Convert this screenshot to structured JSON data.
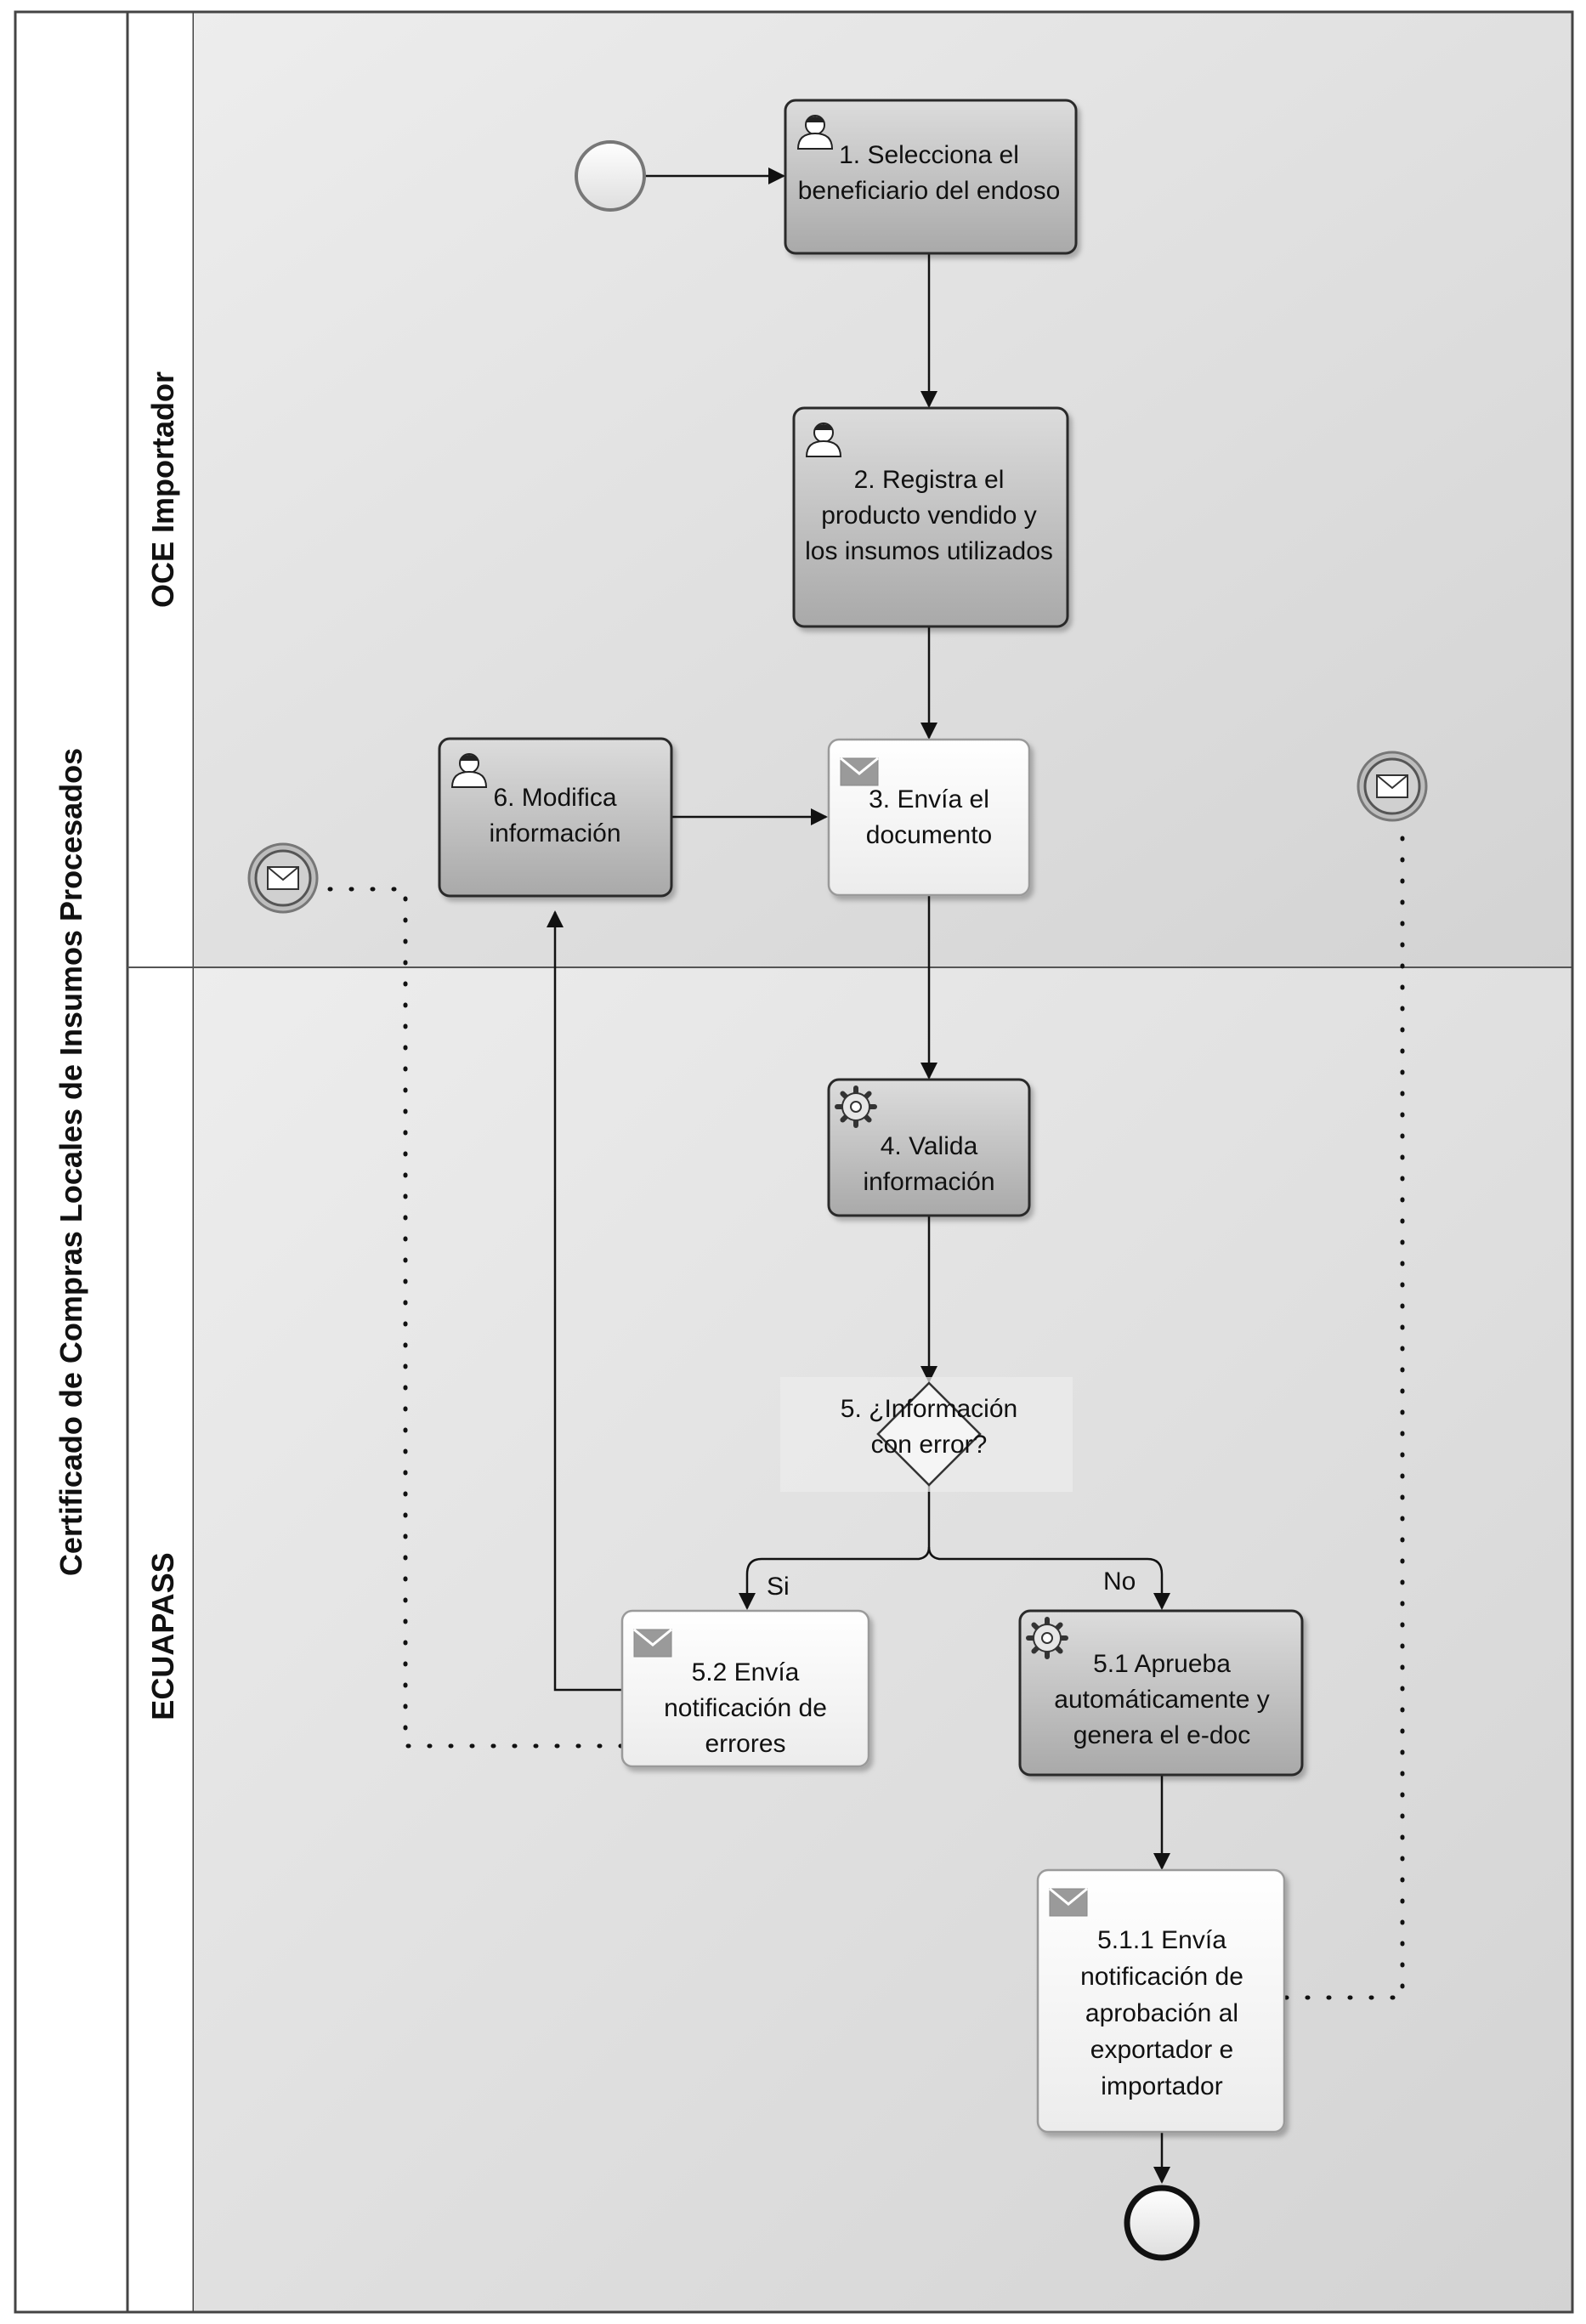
{
  "pool": {
    "title": "Certificado de Compras Locales de Insumos Procesados"
  },
  "lanes": [
    {
      "id": "oce",
      "label": "OCE Importador"
    },
    {
      "id": "ecuapass",
      "label": "ECUAPASS"
    }
  ],
  "tasks": [
    {
      "id": "t1",
      "type": "user",
      "lines": [
        "1. Selecciona el",
        "beneficiario del endoso"
      ]
    },
    {
      "id": "t2",
      "type": "user",
      "lines": [
        "2. Registra el",
        "producto vendido y",
        "los insumos utilizados"
      ]
    },
    {
      "id": "t3",
      "type": "send",
      "lines": [
        "3. Envía el",
        "documento"
      ]
    },
    {
      "id": "t4",
      "type": "service",
      "lines": [
        "4. Valida",
        "información"
      ]
    },
    {
      "id": "t6",
      "type": "user",
      "lines": [
        "6. Modifica",
        "información"
      ]
    },
    {
      "id": "t52",
      "type": "send",
      "lines": [
        "5.2 Envía",
        "notificación de",
        "errores"
      ]
    },
    {
      "id": "t51",
      "type": "service",
      "lines": [
        "5.1 Aprueba",
        "automáticamente y",
        "genera el e-doc"
      ]
    },
    {
      "id": "t511",
      "type": "send",
      "lines": [
        "5.1.1 Envía",
        "notificación de",
        "aprobación al",
        "exportador e",
        "importador"
      ]
    }
  ],
  "gateway": {
    "id": "g5",
    "lines": [
      "5. ¿Información",
      "con error?"
    ]
  },
  "flow_labels": {
    "yes": "Si",
    "no": "No"
  },
  "events": {
    "start": "start-event",
    "end": "end-event",
    "message_left": "message-event-icon",
    "message_right": "message-event-icon"
  },
  "colors": {
    "lane_bg": "#e2e2e2",
    "task_gray": "#c4c4c4",
    "task_white": "#f7f7f7",
    "border": "#333333"
  }
}
